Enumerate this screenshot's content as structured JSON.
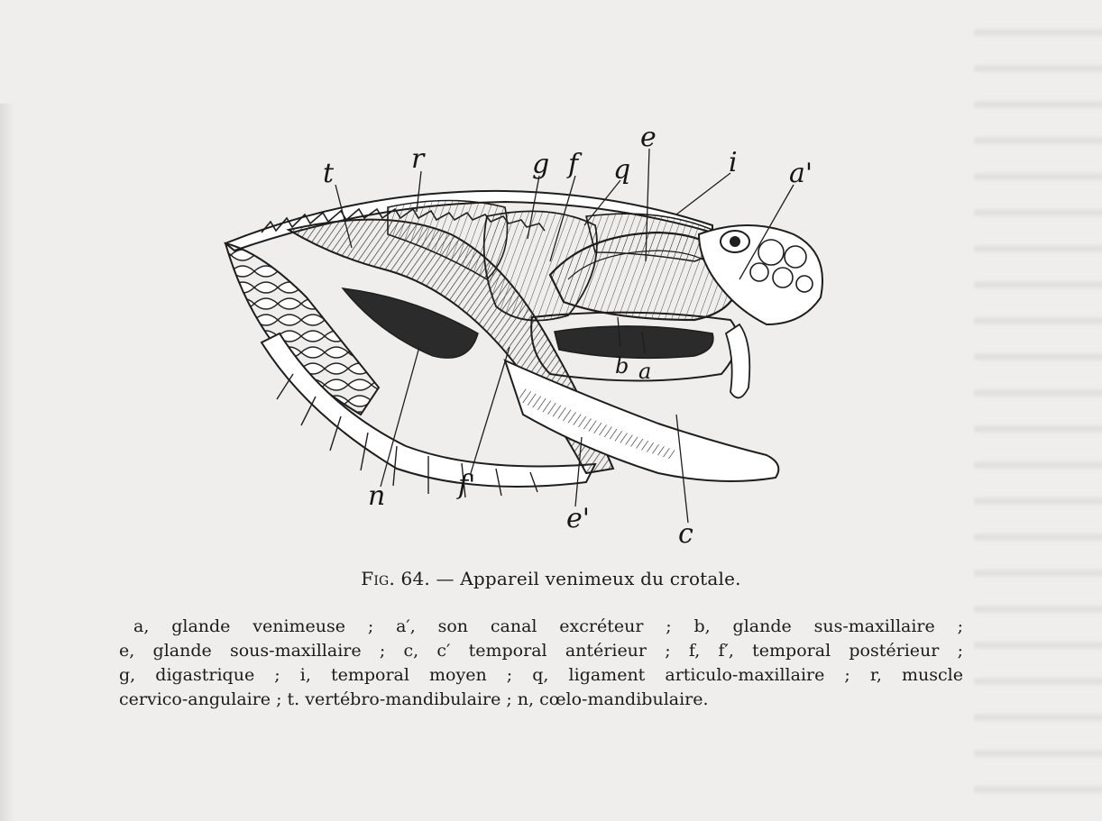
{
  "figure": {
    "labels": {
      "t": "t",
      "r": "r",
      "g": "g",
      "f": "f",
      "q": "q",
      "e": "e",
      "i": "i",
      "a_prime": "a'",
      "b": "b",
      "a": "a",
      "n": "n",
      "f_prime": "f'",
      "e_prime": "e'",
      "c": "c"
    }
  },
  "caption": {
    "prefix": "Fig. 64.",
    "title": "— Appareil venimeux du crotale."
  },
  "legend": {
    "lines": [
      "a, glande venimeuse ; a′, son canal excréteur ; b, glande sus-maxillaire ;",
      "e, glande sous-maxillaire ; c, c′ temporal antérieur ; f, f′, temporal postérieur ;",
      "g, digastrique ; i, temporal moyen ; q, ligament articulo-maxillaire ; r, muscle",
      "cervico-angulaire ; t. vertébro-mandibulaire ; n, cœlo-mandibulaire."
    ]
  }
}
